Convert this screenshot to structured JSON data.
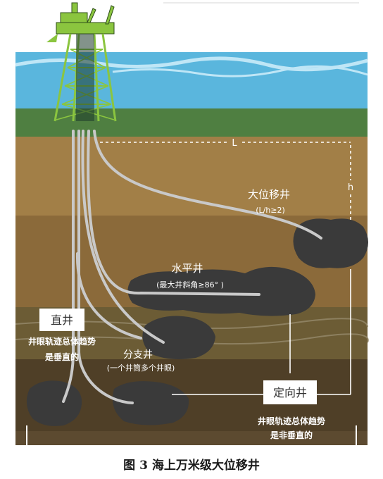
{
  "labels": {
    "length_marker": "L",
    "height_marker": "h",
    "extended_reach_well": "大位移井",
    "extended_reach_ratio": "(L/h≥2)",
    "horizontal_well": "水平井",
    "horizontal_note": "(最大井斜角≥86°  )",
    "vertical_well": "直井",
    "vertical_desc_1": "井眼轨迹总体趋势",
    "vertical_desc_2": "是垂直的",
    "branch_well": "分支井",
    "branch_note": "(一个井筒多个井眼)",
    "directional_well": "定向井",
    "directional_desc_1": "井眼轨迹总体趋势",
    "directional_desc_2": "是非垂直的"
  },
  "caption": "图 3  海上万米级大位移井",
  "colors": {
    "sky": "#ffffff",
    "sea": "#5ab6dd",
    "seabed": "#4f7f41",
    "soil_1": "#a27f47",
    "soil_2": "#8b6a3a",
    "soil_3": "#6c5c35",
    "soil_4": "#4f3f27",
    "reservoir": "#3a3a3a",
    "wellbore": "#c9c9c9",
    "platform": "#8bc53f"
  }
}
